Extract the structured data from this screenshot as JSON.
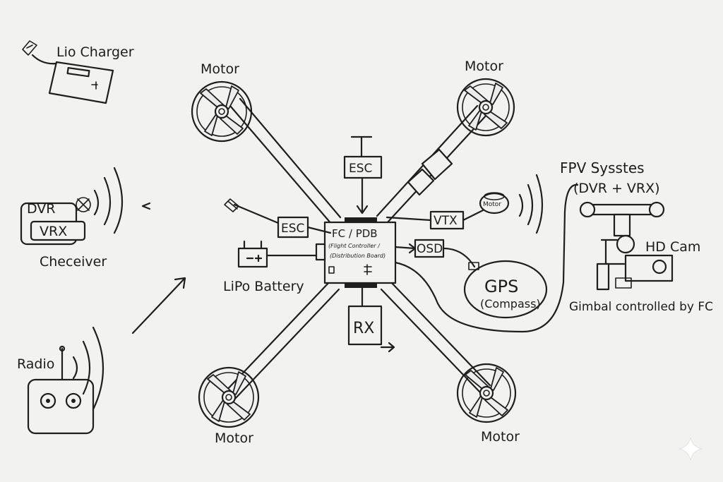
{
  "labels": {
    "lio_charger": "Lio Charger",
    "motor_top_left": "Motor",
    "motor_top_right": "Motor",
    "motor_bottom_left": "Motor",
    "motor_bottom_right": "Motor",
    "esc_top": "ESC",
    "esc_left": "ESC",
    "fc_title": "FC / PDB",
    "fc_sub1": "(Flight Controller /",
    "fc_sub2": "(Distribution Board)",
    "vtx": "VTX",
    "osd": "OSD",
    "motor_small": "Motor",
    "gps": "GPS",
    "compass": "(Compass)",
    "fpv_title": "FPV Sysstes",
    "fpv_sub": "(DVR + VRX)",
    "hd_cam": "HD Cam",
    "gimbal": "Gimbal controlled by FC",
    "lipo": "LiPo Battery",
    "rx": "RX",
    "dvr": "DVR",
    "vrx": "VRX",
    "receiver": "Checeiver",
    "radio": "Radio"
  }
}
